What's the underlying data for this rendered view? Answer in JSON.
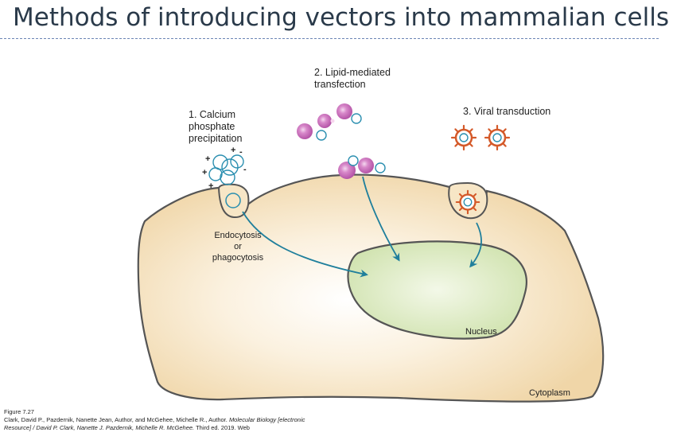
{
  "slide": {
    "title": "Methods of introducing vectors into mammalian cells"
  },
  "diagram": {
    "methods": [
      {
        "label_line1": "1. Calcium",
        "label_line2": "phosphate",
        "label_line3": "precipitation"
      },
      {
        "label_line1": "2. Lipid-mediated",
        "label_line2": "transfection"
      },
      {
        "label_line1": "3. Viral transduction"
      }
    ],
    "charges": [
      "+",
      "+",
      "-",
      "+",
      "-",
      "+"
    ],
    "uptake_line1": "Endocytosis",
    "uptake_line2": "or",
    "uptake_line3": "phagocytosis",
    "nucleus_label": "Nucleus",
    "cytoplasm_label": "Cytoplasm",
    "colors": {
      "cell_fill": "#f3dcb2",
      "nucleus_fill": "#d6e6b8",
      "membrane": "#555555",
      "arrow": "#1f7f9c",
      "lipid": "#c05fb6",
      "virus": "#d45a2a"
    }
  },
  "citation": {
    "figure": "Figure 7.27",
    "text_regular": "Clark, David P., Pazdernik, Nanette Jean, Author, and McGehee, Michelle R., Author. ",
    "text_italic": "Molecular Biology [electronic Resource] / David P. Clark, Nanette J. Pazdernik, Michelle R. McGehee.",
    "text_end": " Third ed. 2019. Web"
  }
}
